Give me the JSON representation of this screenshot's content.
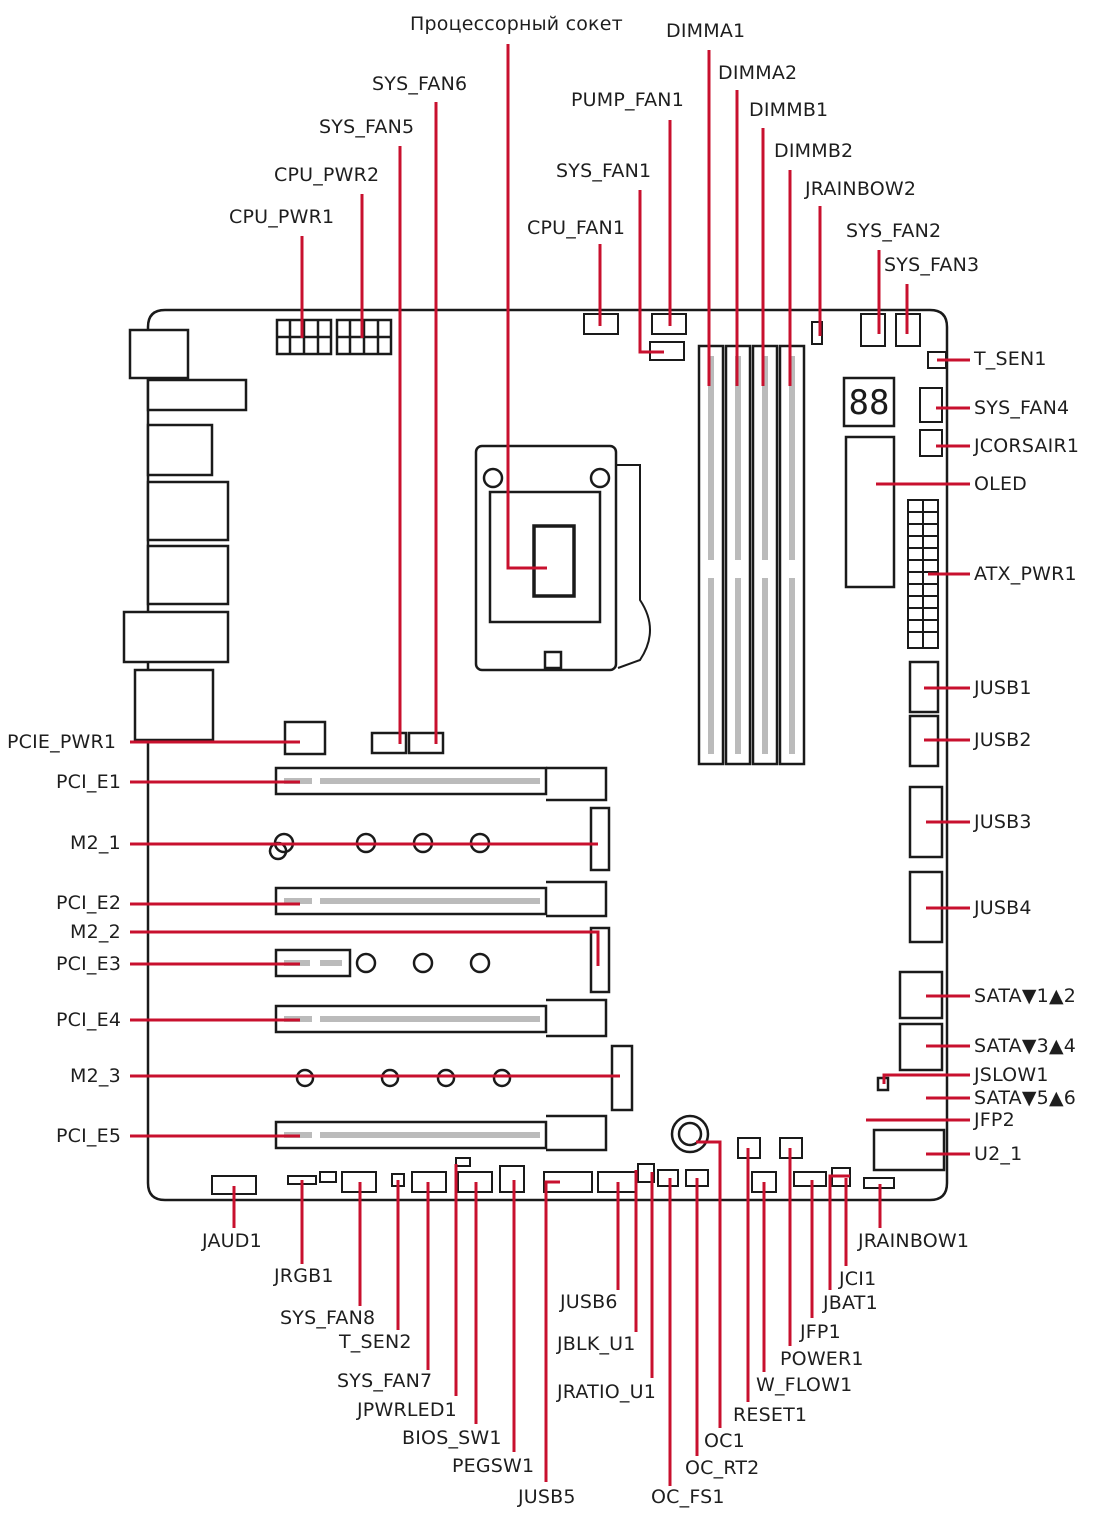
{
  "labels": {
    "socket": "Процессорный сокет",
    "dimma1": "DIMMA1",
    "dimma2": "DIMMA2",
    "dimmb1": "DIMMB1",
    "dimmb2": "DIMMB2",
    "jrainbow2": "JRAINBOW2",
    "sys_fan6": "SYS_FAN6",
    "sys_fan5": "SYS_FAN5",
    "pump_fan1": "PUMP_FAN1",
    "cpu_pwr2": "CPU_PWR2",
    "cpu_pwr1": "CPU_PWR1",
    "sys_fan1": "SYS_FAN1",
    "cpu_fan1": "CPU_FAN1",
    "sys_fan2": "SYS_FAN2",
    "sys_fan3": "SYS_FAN3",
    "t_sen1": "T_SEN1",
    "sys_fan4": "SYS_FAN4",
    "jcorsair1": "JCORSAIR1",
    "oled": "OLED",
    "atx_pwr1": "ATX_PWR1",
    "jusb1": "JUSB1",
    "jusb2": "JUSB2",
    "jusb3": "JUSB3",
    "jusb4": "JUSB4",
    "sata12": "SATA▼1▲2",
    "sata34": "SATA▼3▲4",
    "jslow1": "JSLOW1",
    "sata56": "SATA▼5▲6",
    "jfp2": "JFP2",
    "u2_1": "U2_1",
    "pcie_pwr1": "PCIE_PWR1",
    "pci_e1": "PCI_E1",
    "m2_1": "M2_1",
    "pci_e2": "PCI_E2",
    "m2_2": "M2_2",
    "pci_e3": "PCI_E3",
    "pci_e4": "PCI_E4",
    "m2_3": "M2_3",
    "pci_e5": "PCI_E5",
    "jaud1": "JAUD1",
    "jrgb1": "JRGB1",
    "sys_fan8": "SYS_FAN8",
    "t_sen2": "T_SEN2",
    "sys_fan7": "SYS_FAN7",
    "jpwrled1": "JPWRLED1",
    "bios_sw1": "BIOS_SW1",
    "pegsw1": "PEGSW1",
    "jusb5": "JUSB5",
    "jusb6": "JUSB6",
    "jblk_u1": "JBLK_U1",
    "jratio_u1": "JRATIO_U1",
    "oc1": "OC1",
    "oc_rt2": "OC_RT2",
    "oc_fs1": "OC_FS1",
    "reset1": "RESET1",
    "w_flow1": "W_FLOW1",
    "power1": "POWER1",
    "jfp1": "JFP1",
    "jbat1": "JBAT1",
    "jci1": "JCI1",
    "jrainbow1": "JRAINBOW1",
    "debug_display": "88"
  },
  "colors": {
    "leader_line": "#c8102e",
    "board_outline": "#1a1a1a",
    "label_text": "#1e1e1e",
    "background": "#ffffff"
  }
}
